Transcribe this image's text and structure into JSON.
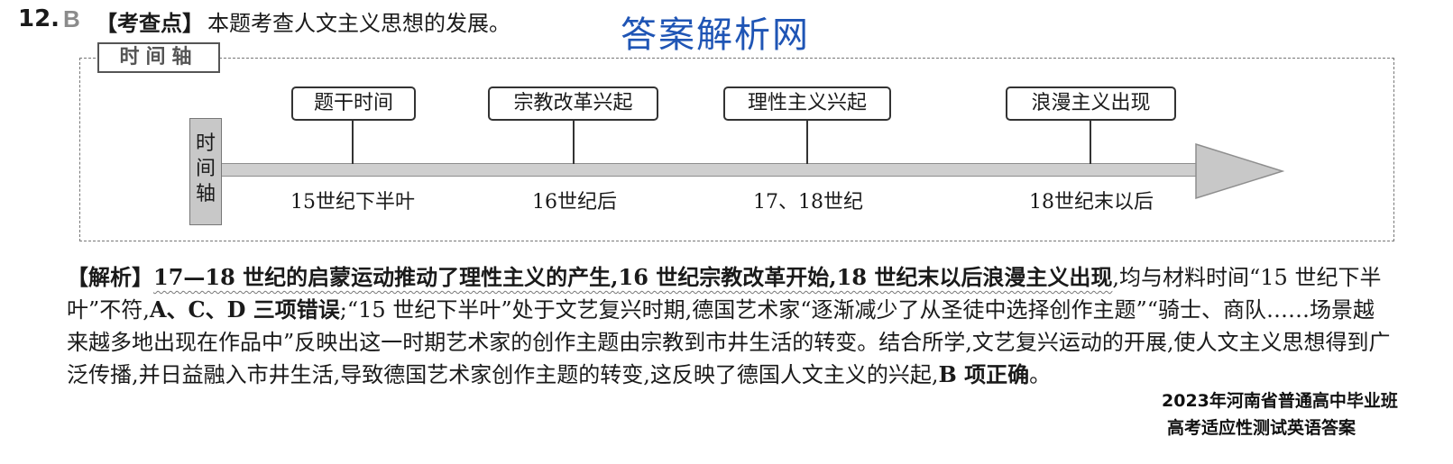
{
  "question": {
    "number": "12.",
    "answer": "B",
    "kaochadian_label": "【考查点】",
    "kaochadian_text": "本题考查人文主义思想的发展。"
  },
  "watermark_top": "答案解析网",
  "timeline": {
    "tag": "时间轴",
    "axis_label": [
      "时",
      "间",
      "轴"
    ],
    "events": [
      {
        "label": "题干时间",
        "period": "15世纪下半叶"
      },
      {
        "label": "宗教改革兴起",
        "period": "16世纪后"
      },
      {
        "label": "理性主义兴起",
        "period": "17、18世纪"
      },
      {
        "label": "浪漫主义出现",
        "period": "18世纪末以后"
      }
    ]
  },
  "analysis": {
    "label": "【解析】",
    "underlined_parts": [
      "17—18 世纪的启蒙运动推动了理性主义的产生,",
      "16 世纪宗教改革开始,",
      "18 世纪末以后浪漫主义出现"
    ],
    "after_underline": ",均与材料时间“15 世纪下半叶”不符,",
    "acd_wrong": "A、C、D 三项错误",
    "body": ";“15 世纪下半叶”处于文艺复兴时期,德国艺术家“逐渐减少了从圣徒中选择创作主题”“骑士、商队……场景越来越多地出现在作品中”反映出这一时期艺术家的创作主题由宗教到市井生活的转变。结合所学,文艺复兴运动的开展,使人文主义思想得到广泛传播,并日益融入市井生活,导致德国艺术家创作主题的转变,这反映了德国人文主义的兴起,",
    "b_correct": "B 项正确",
    "end": "。"
  },
  "watermark_bottom": {
    "line1": "2023年河南省普通高中毕业班",
    "line2": "高考适应性测试英语答案"
  }
}
